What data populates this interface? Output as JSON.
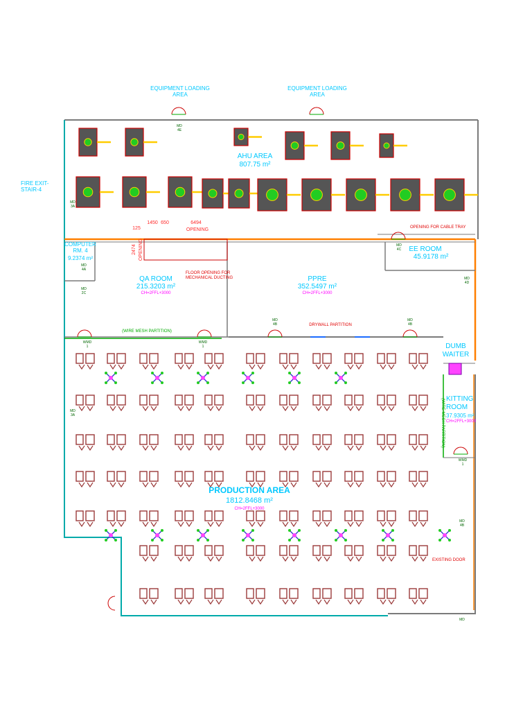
{
  "colors": {
    "wall": "#cc3a3a",
    "wall_outer": "#7a7a7a",
    "glass": "#00aaaa",
    "orange_wall": "#ff7f00",
    "ahu_unit": "#555555",
    "ahu_outline": "#cc0000",
    "equipment": "#9b3a3a",
    "partition": "#00aa00",
    "label": "#00c8ff",
    "ceiling_note": "#ff00ff",
    "note_red": "#e00000",
    "duct": "#ffcc00"
  },
  "labels": {
    "equip_loading_1": "EQUIPMENT LOADING\nAREA",
    "equip_loading_2": "EQUIPMENT LOADING\nAREA",
    "ahu_area": "AHU AREA",
    "ahu_area_value": "807.75 m²",
    "fire_exit": "FIRE EXIT-\nSTAIR-4",
    "computer_rm": "COMPUTER\nRM. 4",
    "computer_rm_value": "9.2374 m²",
    "qa_room": "QA ROOM",
    "qa_room_value": "215.3203 m²",
    "qa_room_ch": "CH=2FFL+3000",
    "ppre": "PPRE",
    "ppre_value": "352.5497 m²",
    "ppre_ch": "CH=2FFL+3000",
    "ee_room": "EE ROOM",
    "ee_room_value": "45.9178 m²",
    "dumb_waiter": "DUMB\nWAITER",
    "kitting_room": "KITTING\nROOM",
    "kitting_room_value": "37.9305 m²",
    "kitting_room_ch": "CH=2FFL+3000",
    "production_area": "PRODUCTION AREA",
    "production_area_value": "1812.8468 m²",
    "production_area_ch": "CH=2FFL+3000",
    "wire_mesh_partition_h": "(WIRE MESH PARTITION)",
    "wire_mesh_partition_v": "(WIRE MESH PARTITION)",
    "drywall_partition": "DRYWALL PARTITION",
    "floor_opening": "FLOOR OPENING FOR\nMECHANICAL DUCTING",
    "opening_cable_tray": "OPENING FOR CABLE TRAY",
    "existing_door": "EXISTING DOOR",
    "dim_1450": "1450",
    "dim_650": "650",
    "dim_6494": "6494",
    "dim_125": "125",
    "dim_2474": "2474",
    "dim_opening_h": "OPENING",
    "dim_opening_v": "OPENING"
  },
  "door_tags": [
    {
      "tag": "MD\n4E"
    },
    {
      "tag": "MD\n3A"
    },
    {
      "tag": "MD\n4A"
    },
    {
      "tag": "MD\n2C"
    },
    {
      "tag": "MD\n4C"
    },
    {
      "tag": "MD\n4D"
    },
    {
      "tag": "MD\n4B"
    },
    {
      "tag": "MD\n4B"
    },
    {
      "tag": "WMD\n1"
    },
    {
      "tag": "WMD\n1"
    },
    {
      "tag": "MD\n3A"
    },
    {
      "tag": "WMD\n1"
    },
    {
      "tag": "MD\n4B"
    },
    {
      "tag": "MD"
    }
  ]
}
